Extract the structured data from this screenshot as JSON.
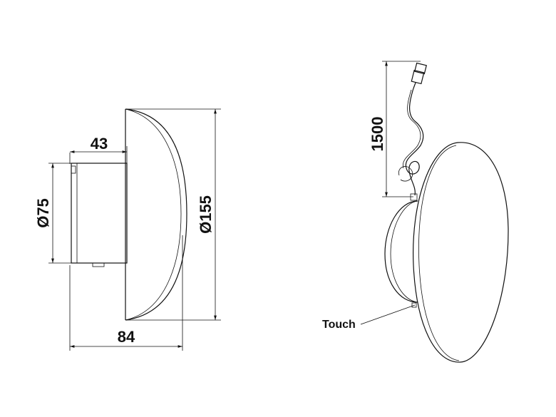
{
  "side_view": {
    "dim_depth_base": "43",
    "dim_base_diameter": "Ø75",
    "dim_shade_diameter": "Ø155",
    "dim_total_depth": "84"
  },
  "perspective_view": {
    "dim_cable_length": "1500",
    "touch_label": "Touch"
  }
}
